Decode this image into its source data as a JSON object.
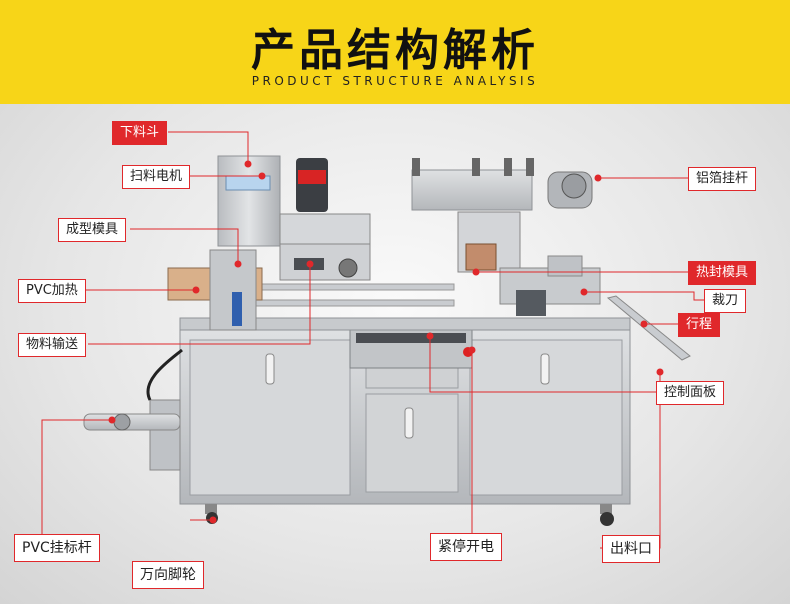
{
  "header": {
    "title": "产品结构解析",
    "subtitle": "PRODUCT STRUCTURE ANALYSIS"
  },
  "colors": {
    "banner": "#f7d518",
    "accent": "#e0282b",
    "steel": "#c9ccd0"
  },
  "callouts": {
    "hopper": "下料斗",
    "sweep_motor": "扫料电机",
    "forming_mold": "成型模具",
    "pvc_heating": "PVC加热",
    "material_transport": "物料输送",
    "pvc_hanger": "PVC挂标杆",
    "caster_wheel": "万向脚轮",
    "foil_hanger": "铝箔挂杆",
    "heat_seal_mold": "热封模具",
    "cutter": "裁刀",
    "stroke": "行程",
    "control_panel": "控制面板",
    "emergency_stop": "紧停开电",
    "outlet": "出料口"
  }
}
